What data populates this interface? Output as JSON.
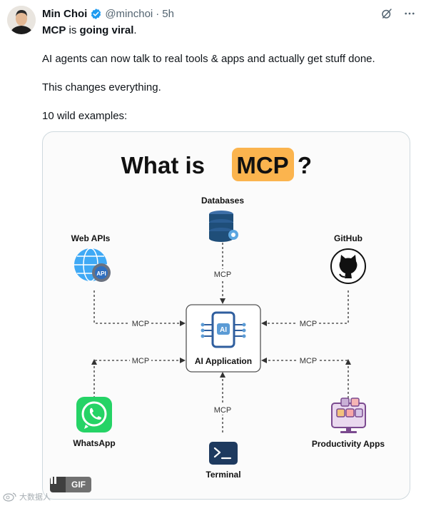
{
  "author": {
    "name": "Min Choi",
    "handle": "@minchoi",
    "separator": "·",
    "time": "5h"
  },
  "tweet": {
    "line1_strong1": "MCP",
    "line1_mid": " is ",
    "line1_strong2": "going viral",
    "line1_end": ".",
    "line2": "AI agents can now talk to real tools & apps and actually get stuff done.",
    "line3": "This changes everything.",
    "line4": "10 wild examples:"
  },
  "diagram": {
    "title_prefix": "What is",
    "title_highlight": "MCP",
    "title_suffix": "?",
    "center_label": "AI Application",
    "edge_label": "MCP",
    "nodes": {
      "databases": "Databases",
      "web_apis": "Web APIs",
      "github": "GitHub",
      "whatsapp": "WhatsApp",
      "productivity": "Productivity Apps",
      "terminal": "Terminal"
    },
    "api_badge": "API",
    "ai_badge": "AI"
  },
  "gif": {
    "label": "GIF"
  },
  "watermark": {
    "text": "大数据人"
  },
  "colors": {
    "verified": "#1d9bf0",
    "secondary_text": "#536471",
    "highlight": "#fbb44e",
    "database": "#1f4e79",
    "whatsapp": "#25d366",
    "terminal": "#1e3a5f"
  }
}
